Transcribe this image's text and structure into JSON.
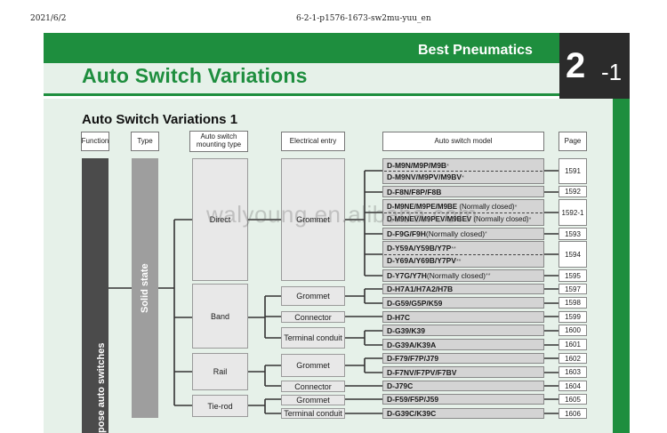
{
  "header": {
    "date": "2021/6/2",
    "file": "6-2-1-p1576-1673-sw2mu-yuu_en"
  },
  "brand": "Best Pneumatics",
  "title": "Auto Switch Variations",
  "chapter": {
    "number": "2",
    "sub": "-1"
  },
  "section_title": "Auto Switch Variations 1",
  "columns": {
    "function": "Function",
    "type": "Type",
    "mounting": "Auto switch mounting type",
    "electrical": "Electrical entry",
    "model": "Auto switch model",
    "page": "Page"
  },
  "function_label": "pose auto switches",
  "type_label": "Solid state",
  "mounting_types": [
    "Direct",
    "Band",
    "Rail",
    "Tie-rod"
  ],
  "electrical_entries": [
    "Grommet",
    "Grommet",
    "Connector",
    "Terminal conduit",
    "Grommet",
    "Connector",
    "Grommet",
    "Terminal conduit"
  ],
  "models": [
    {
      "main": "D-M9N/M9P/M9B",
      "sup": "*"
    },
    {
      "main": "D-M9NV/M9PV/M9BV",
      "sup": "*"
    },
    {
      "main": "D-F8N/F8P/F8B",
      "sup": ""
    },
    {
      "main": "D-M9NE/M9PE/M9BE",
      "nc": " (Normally closed)",
      "sup": "*"
    },
    {
      "main": "D-M9NEV/M9PEV/M9BEV",
      "nc": " (Normally closed)",
      "sup": "*"
    },
    {
      "main": "D-F9G/F9H",
      "nc": " (Normally closed)",
      "sup": "*"
    },
    {
      "main": "D-Y59A/Y59B/Y7P",
      "sup": "**"
    },
    {
      "main": "D-Y69A/Y69B/Y7PV",
      "sup": "**"
    },
    {
      "main": "D-Y7G/Y7H",
      "nc": " (Normally closed)",
      "sup": "**"
    },
    {
      "main": "D-H7A1/H7A2/H7B",
      "sup": ""
    },
    {
      "main": "D-G59/G5P/K59",
      "sup": ""
    },
    {
      "main": "D-H7C",
      "sup": ""
    },
    {
      "main": "D-G39/K39",
      "sup": ""
    },
    {
      "main": "D-G39A/K39A",
      "sup": ""
    },
    {
      "main": "D-F79/F7P/J79",
      "sup": ""
    },
    {
      "main": "D-F7NV/F7PV/F7BV",
      "sup": ""
    },
    {
      "main": "D-J79C",
      "sup": ""
    },
    {
      "main": "D-F59/F5P/J59",
      "sup": ""
    },
    {
      "main": "D-G39C/K39C",
      "sup": ""
    }
  ],
  "pages": [
    "1591",
    "1592",
    "1592-1",
    "1593",
    "1594",
    "1595",
    "1597",
    "1598",
    "1599",
    "1600",
    "1601",
    "1602",
    "1603",
    "1604",
    "1605",
    "1606"
  ],
  "watermark": "walyoung.en.alibaba.com",
  "colors": {
    "brand_green": "#1e8e3e",
    "content_bg": "#e6f1e9",
    "dark": "#2b2b2b"
  }
}
